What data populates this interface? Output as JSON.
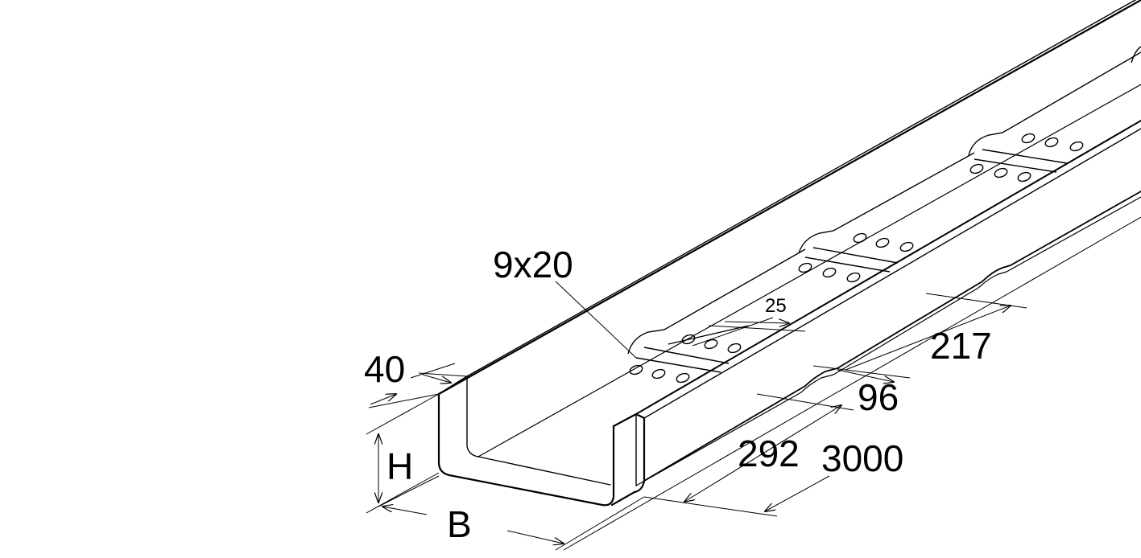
{
  "dimensions": {
    "slot": "9x20",
    "slot_spacing": "25",
    "flange": "40",
    "height": "H",
    "width": "B",
    "perforation_pitch": "217",
    "perforation_length": "96",
    "end_offset": "292",
    "length": "3000"
  },
  "colors": {
    "line": "#000000",
    "background": "#ffffff"
  }
}
